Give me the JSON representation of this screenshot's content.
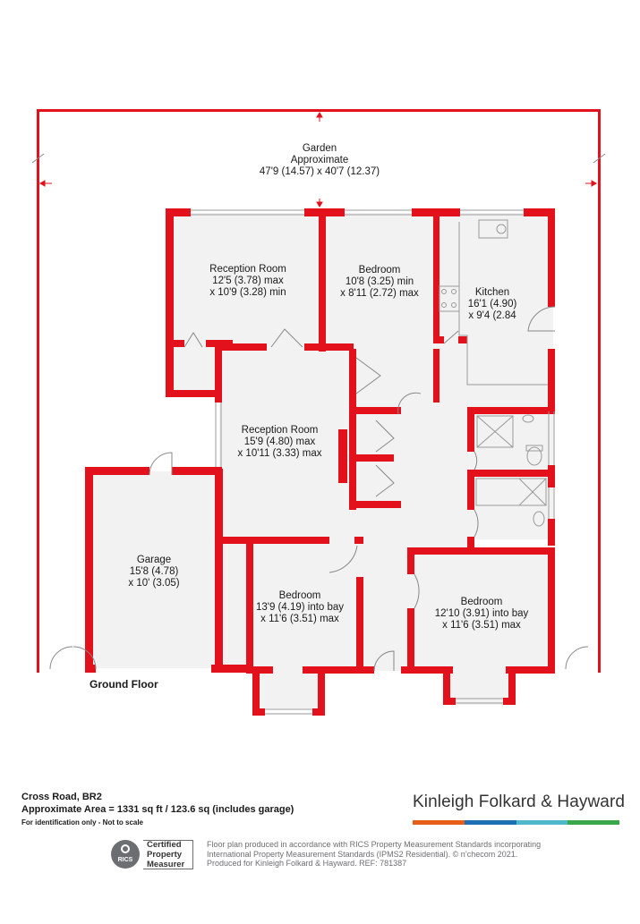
{
  "rooms": {
    "garden": {
      "l1": "Garden",
      "l2": "Approximate",
      "l3": "47'9 (14.57) x 40'7 (12.37)"
    },
    "reception1": {
      "l1": "Reception Room",
      "l2": "12'5 (3.78) max",
      "l3": "x 10'9 (3.28) min"
    },
    "bedroom1": {
      "l1": "Bedroom",
      "l2": "10'8 (3.25) min",
      "l3": "x 8'11 (2.72) max"
    },
    "kitchen": {
      "l1": "Kitchen",
      "l2": "16'1 (4.90)",
      "l3": "x 9'4 (2.84"
    },
    "reception2": {
      "l1": "Reception Room",
      "l2": "15'9 (4.80) max",
      "l3": "x 10'11 (3.33) max"
    },
    "garage": {
      "l1": "Garage",
      "l2": "15'8 (4.78)",
      "l3": "x 10' (3.05)"
    },
    "bedroom2": {
      "l1": "Bedroom",
      "l2": "13'9 (4.19) into bay",
      "l3": "x 11'6 (3.51) max"
    },
    "bedroom3": {
      "l1": "Bedroom",
      "l2": "12'10 (3.91) into bay",
      "l3": "x 11'6 (3.51) max"
    }
  },
  "floor_label": "Ground Floor",
  "footer": {
    "address": "Cross Road, BR2",
    "area": "Approximate Area = 1331 sq ft / 123.6 sq (includes garage)",
    "note": "For identification only - Not to scale"
  },
  "brand": {
    "name": "Kinleigh Folkard & Hayward",
    "bar_colors": [
      "#e85d1a",
      "#1f6fb5",
      "#4fb8c9",
      "#3aa84a"
    ]
  },
  "rics": {
    "abbr": "RICS",
    "line1": "Certified",
    "line2": "Property",
    "line3": "Measurer"
  },
  "credit": {
    "line1": "Floor plan produced in accordance with RICS Property Measurement Standards incorporating",
    "line2": "International Property Measurement Standards (IPMS2 Residential).  © n’checom 2021.",
    "line3": "Produced for Kinleigh Folkard & Hayward.   REF: 781387"
  },
  "colors": {
    "wall": "#e3111c",
    "floor": "#f2f2f2",
    "line": "#888888"
  }
}
